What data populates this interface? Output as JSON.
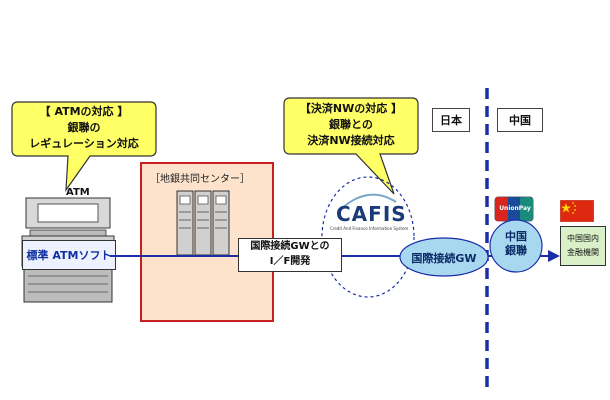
{
  "callouts": {
    "atm": {
      "line1": "【 ATMの対応 】",
      "line2": "銀聯の",
      "line3": "レギュレーション対応"
    },
    "settlement": {
      "line1": "【決済NWの対応 】",
      "line2": "銀聯との",
      "line3": "決済NW接続対応"
    }
  },
  "regions": {
    "japan": "日本",
    "china": "中国"
  },
  "atm": {
    "label": "ATM",
    "software": "標準 ATMソフト"
  },
  "center": {
    "title": "［地銀共同センター］"
  },
  "interface": {
    "line1": "国際接続GWとの",
    "line2": "I／F開発"
  },
  "cafis": {
    "logo": "CAFIS",
    "subtitle": "Credit And Finance Information System"
  },
  "gateway": {
    "label": "国際接続GW"
  },
  "unionpay": {
    "card_text": "UnionPay",
    "line1": "中国",
    "line2": "銀聯"
  },
  "china_bank": {
    "line1": "中国国内",
    "line2": "金融機関"
  },
  "colors": {
    "callout_fill": "#ffff66",
    "center_fill": "#fde3cc",
    "center_border": "#c8201e",
    "network_line": "#1a2ea8",
    "gateway_fill": "#a8d8f0",
    "border_dash": "#1a2ea8",
    "bank_fill": "#d9f0c8"
  }
}
